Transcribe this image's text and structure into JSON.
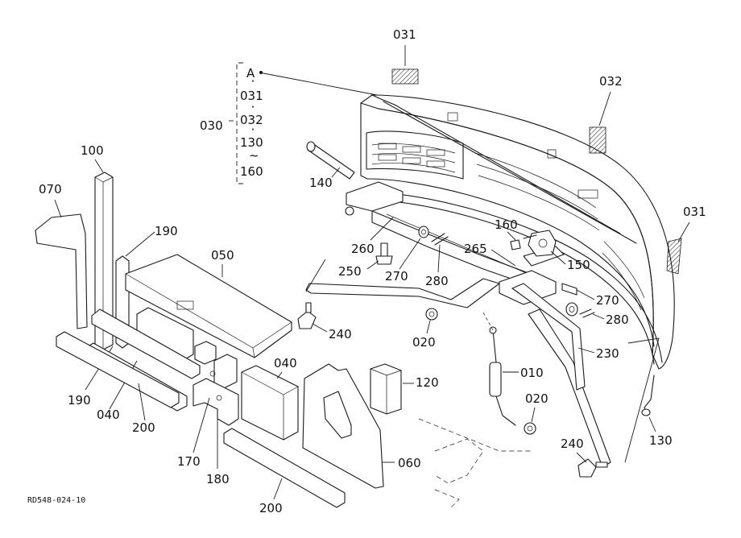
{
  "drawing_code": "RD548-024-10",
  "set_box": {
    "label": "030",
    "items": [
      "A",
      "031",
      "032",
      "130",
      "~",
      "160"
    ]
  },
  "callouts": {
    "p031_top": "031",
    "p032": "032",
    "p031_right": "031",
    "p100": "100",
    "p070": "070",
    "p190_top": "190",
    "p050": "050",
    "p140": "140",
    "p160": "160",
    "p150": "150",
    "p260": "260",
    "p265": "265",
    "p250": "250",
    "p270_left": "270",
    "p280_left": "280",
    "p270_right": "270",
    "p280_right": "280",
    "p240_left": "240",
    "p020_left": "020",
    "p230": "230",
    "p010": "010",
    "p020_right": "020",
    "p240_right": "240",
    "p130": "130",
    "p120": "120",
    "p040_right": "040",
    "p060": "060",
    "p190_left": "190",
    "p040_left": "040",
    "p200_left": "200",
    "p170": "170",
    "p180": "180",
    "p200_bottom": "200"
  }
}
